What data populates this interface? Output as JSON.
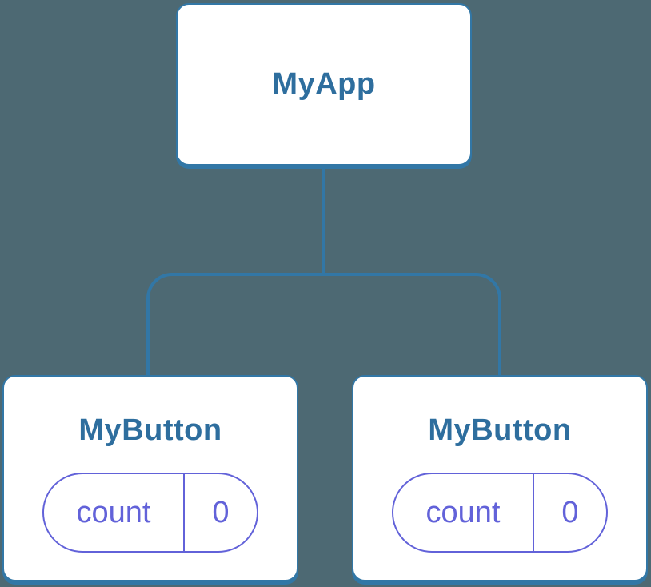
{
  "diagram": {
    "type": "component-tree",
    "root": {
      "label": "MyApp"
    },
    "children": [
      {
        "label": "MyButton",
        "state": {
          "key": "count",
          "value": "0"
        }
      },
      {
        "label": "MyButton",
        "state": {
          "key": "count",
          "value": "0"
        }
      }
    ]
  },
  "colors": {
    "background": "#4d6973",
    "card_background": "#ffffff",
    "card_border": "#3277a6",
    "connector": "#3277a6",
    "component_label": "#2e6e9e",
    "state_accent": "#6262d9"
  }
}
